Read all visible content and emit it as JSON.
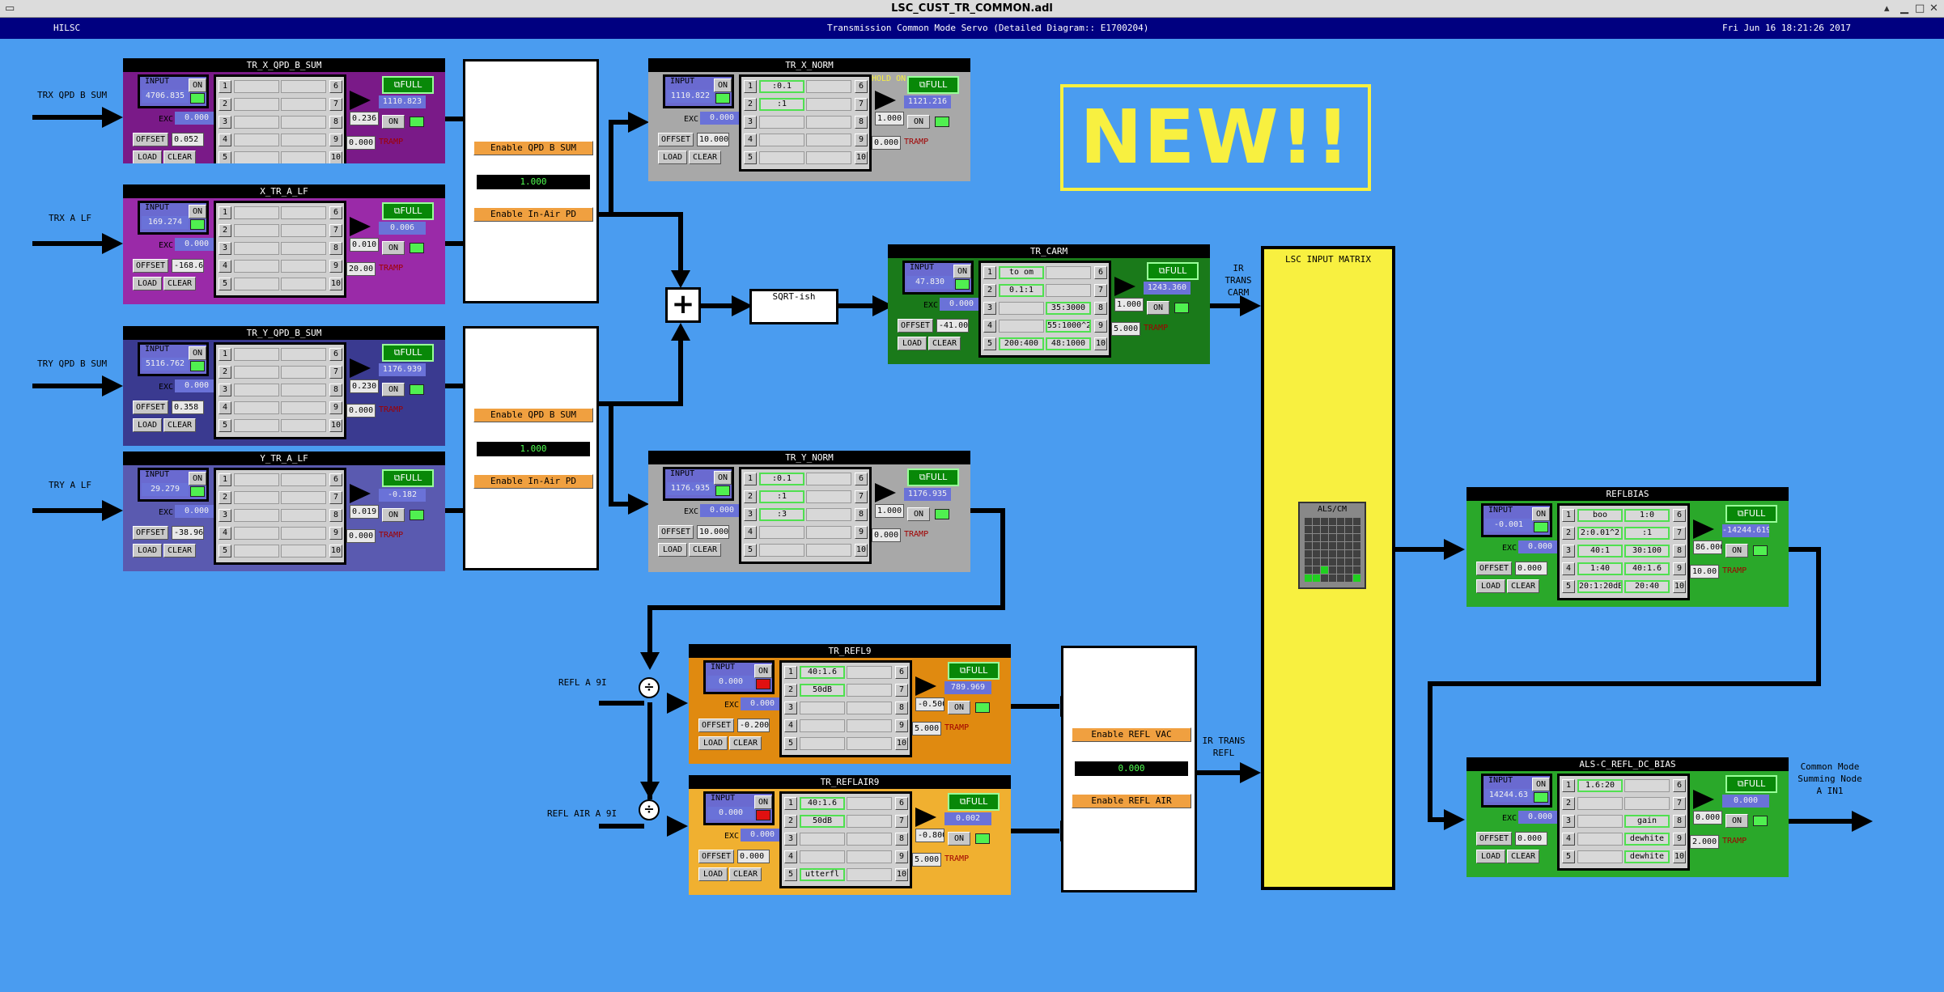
{
  "window": {
    "title": "LSC_CUST_TR_COMMON.adl",
    "min_icon": "minimize-icon",
    "max_icon": "maximize-icon",
    "close_icon": "close-icon",
    "restore_icon": "restore-icon"
  },
  "header": {
    "site": "HILSC",
    "subtitle": "Transmission Common Mode Servo (Detailed Diagram:: E1700204)",
    "datetime": "Fri Jun 16 18:21:26 2017"
  },
  "inputs": {
    "trx_qpd": "TRX QPD B SUM",
    "trx_alf": "TRX A LF",
    "try_qpd": "TRY QPD B SUM",
    "try_alf": "TRY A LF",
    "refl_a_9i": "REFL A 9I",
    "refl_air": "REFL AIR A 9I"
  },
  "common": {
    "input": "INPUT",
    "exc": "EXC",
    "offset": "OFFSET",
    "load": "LOAD",
    "clear": "CLEAR",
    "on": "ON",
    "full": "FULL",
    "tramp": "TRAMP",
    "hold_on": "HOLD ON"
  },
  "filters": [
    {
      "name": "TR_X_QPD_B_SUM",
      "input": "4706.835",
      "exc": "0.000",
      "offset": "0.052",
      "gain": "0.236",
      "out": "1110.823",
      "tramp": "0.000",
      "fm": [
        "",
        "",
        "",
        "",
        "",
        "",
        "",
        "",
        "",
        ""
      ]
    },
    {
      "name": "X_TR_A_LF",
      "input": "169.274",
      "exc": "0.000",
      "offset": "-168.6",
      "gain": "0.010",
      "out": "0.006",
      "tramp": "20.00",
      "fm": [
        "",
        "",
        "",
        "",
        "",
        "",
        "",
        "",
        "",
        ""
      ]
    },
    {
      "name": "TR_Y_QPD_B_SUM",
      "input": "5116.762",
      "exc": "0.000",
      "offset": "0.358",
      "gain": "0.230",
      "out": "1176.939",
      "tramp": "0.000",
      "fm": [
        "",
        "",
        "",
        "",
        "",
        "",
        "",
        "",
        "",
        ""
      ]
    },
    {
      "name": "Y_TR_A_LF",
      "input": "29.279",
      "exc": "0.000",
      "offset": "-38.96",
      "gain": "0.019",
      "out": "-0.182",
      "tramp": "0.000",
      "fm": [
        "",
        "",
        "",
        "",
        "",
        "",
        "",
        "",
        "",
        ""
      ]
    },
    {
      "name": "TR_X_NORM",
      "input": "1110.822",
      "exc": "0.000",
      "offset": "10.000",
      "gain": "1.000",
      "out": "1121.216",
      "tramp": "0.000",
      "fm": [
        ":0.1",
        ":1",
        "",
        "",
        "",
        "",
        "",
        "",
        "",
        ""
      ]
    },
    {
      "name": "TR_Y_NORM",
      "input": "1176.935",
      "exc": "0.000",
      "offset": "10.000",
      "gain": "1.000",
      "out": "1176.935",
      "tramp": "0.000",
      "fm": [
        ":0.1",
        ":1",
        ":3",
        "",
        "",
        "",
        "",
        "",
        "",
        ""
      ]
    },
    {
      "name": "TR_CARM",
      "input": "47.830",
      "exc": "0.000",
      "offset": "-41.00",
      "gain": "1.000",
      "out": "1243.360",
      "tramp": "5.000",
      "fm": [
        "to om",
        "0.1:1",
        "",
        "",
        "200:400",
        "",
        "",
        "35:3000",
        "55:1000^2",
        "48:1000"
      ]
    },
    {
      "name": "TR_REFL9",
      "input": "0.000",
      "exc": "0.000",
      "offset": "-0.200",
      "gain": "-0.500",
      "out": "789.969",
      "tramp": "5.000",
      "fm": [
        "40:1.6",
        "50dB",
        "",
        "",
        "",
        "",
        "",
        "",
        "",
        ""
      ]
    },
    {
      "name": "TR_REFLAIR9",
      "input": "0.000",
      "exc": "0.000",
      "offset": "0.000",
      "gain": "-0.800",
      "out": "0.002",
      "tramp": "5.000",
      "fm": [
        "40:1.6",
        "50dB",
        "",
        "",
        "utterfl",
        "",
        "",
        "",
        "",
        ""
      ]
    },
    {
      "name": "REFLBIAS",
      "input": "-0.001",
      "exc": "0.000",
      "offset": "0.000",
      "gain": "86.000",
      "out": "-14244.619",
      "tramp": "10.00",
      "fm": [
        "boo",
        "2:0.01^2",
        "40:1",
        "1:40",
        "20:1:20dB",
        "1:0",
        ":1",
        "30:100",
        "40:1.6",
        "20:40"
      ]
    },
    {
      "name": "ALS-C_REFL_DC_BIAS",
      "input": "14244.63",
      "exc": "0.000",
      "offset": "0.000",
      "gain": "0.000",
      "out": "0.000",
      "tramp": "2.000",
      "fm": [
        "1.6:20",
        "",
        "",
        "",
        "",
        "",
        "",
        "gain",
        "dewhite",
        "dewhite"
      ]
    }
  ],
  "switches": {
    "top": {
      "btn1": "Enable QPD B SUM",
      "val": "1.000",
      "btn2": "Enable In-Air PD"
    },
    "mid": {
      "btn1": "Enable QPD B SUM",
      "val": "1.000",
      "btn2": "Enable In-Air PD"
    },
    "refl": {
      "btn1": "Enable REFL VAC",
      "val": "0.000",
      "btn2": "Enable REFL AIR"
    }
  },
  "sqrt": "SQRT-ish",
  "matrix": {
    "title": "LSC INPUT MATRIX",
    "sub": "ALS/CM"
  },
  "labels": {
    "ir_trans_carm": "IR TRANS CARM",
    "ir_trans_refl": "IR TRANS REFL",
    "output": "Common Mode Summing Node A IN1"
  },
  "new_banner": "NEW!!",
  "colors": {
    "purple": "#7a1a88",
    "violet": "#9a2aa8",
    "navy": "#3a3a90",
    "slate": "#5a5ab0",
    "gray": "#a8a8a8",
    "green": "#1a7a1a",
    "orange": "#e08a10",
    "gold": "#f0b030",
    "lime": "#2aa82a",
    "yellow": "#f8f040"
  }
}
